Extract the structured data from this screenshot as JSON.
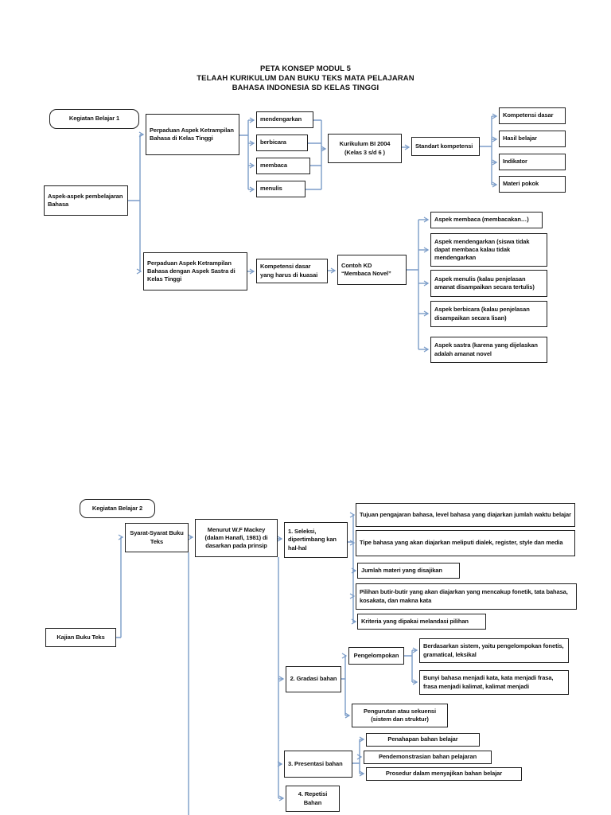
{
  "title": {
    "lines": [
      "PETA KONSEP MODUL 5",
      "TELAAH KURIKULUM DAN BUKU TEKS MATA PELAJARAN",
      "BAHASA INDONESIA SD KELAS TINGGI"
    ]
  },
  "colors": {
    "connector": "#7b9cc8",
    "box_border": "#1f1f1f",
    "text": "#111111"
  },
  "section1": {
    "header": "Kegiatan Belajar 1",
    "nodes": {
      "root": "Aspek-aspek pembelajaran Bahasa",
      "perpaduan_aspek": "Perpaduan Aspek Ketrampilan Bahasa di Kelas Tinggi",
      "mendengarkan": "mendengarkan",
      "berbicara": "berbicara",
      "membaca": "membaca",
      "menulis": "menulis",
      "kurikulum": "Kurikulum BI 2004 (Kelas 3 s/d  6 )",
      "standart": "Standart kompetensi",
      "kompetensi_dasar": "Kompetensi dasar",
      "hasil_belajar": "Hasil belajar",
      "indikator": "Indikator",
      "materi_pokok": "Materi pokok",
      "perpaduan_sastra": "Perpaduan  Aspek Ketrampilan Bahasa dengan Aspek Sastra di Kelas Tinggi",
      "kompetensi_kuasai": "Kompetensi dasar yang harus di kuasai",
      "contoh_kd": "Contoh KD “Membaca Novel”",
      "aspek_membaca": "Aspek membaca (membacakan…)",
      "aspek_mendengarkan": "Aspek mendengarkan (siswa tidak dapat membaca kalau tidak mendengarkan",
      "aspek_menulis": "Aspek menulis (kalau penjelasan amanat disampaikan secara tertulis)",
      "aspek_berbicara": "Aspek berbicara (kalau penjelasan disampaikan secara lisan)",
      "aspek_sastra": "Aspek sastra (karena yang dijelaskan adalah amanat novel"
    }
  },
  "section2": {
    "header": "Kegiatan Belajar 2",
    "nodes": {
      "root": "Kajian Buku Teks",
      "syarat": "Syarat-Syarat Buku Teks",
      "mackey": "Menurut W.F Mackey (dalam Hanafi, 1981) di dasarkan pada prinsip",
      "seleksi": "1.  Seleksi, dipertimbang kan hal-hal",
      "tujuan": "Tujuan pengajaran bahasa, level bahasa yang diajarkan jumlah waktu belajar",
      "tipe": "Tipe bahasa yang akan diajarkan meliputi dialek, register, style dan media",
      "jumlah": "Jumlah materi yang disajikan",
      "pilihan": "Pilihan butir-butir yang akan diajarkan yang mencakup fonetik, tata bahasa, kosakata, dan makna kata",
      "kriteria": "Kriteria yang dipakai melandasi pilihan",
      "gradasi": "2. Gradasi bahan",
      "pengelompokan": "Pengelompokan",
      "pengurutan": "Pengurutan atau sekuensi (sistem dan struktur)",
      "berdasarkan": "Berdasarkan sistem, yaitu pengelompokan fonetis, gramatical, leksikal",
      "bunyi": "Bunyi bahasa menjadi kata, kata menjadi frasa, frasa menjadi kalimat, kalimat menjadi",
      "presentasi": "3. Presentasi bahan",
      "penahapan": "Penahapan bahan belajar",
      "pendemonstrasian": "Pendemonstrasian bahan pelajaran",
      "prosedur": "Prosedur dalam menyajikan bahan belajar",
      "repetisi": "4. Repetisi Bahan"
    }
  }
}
